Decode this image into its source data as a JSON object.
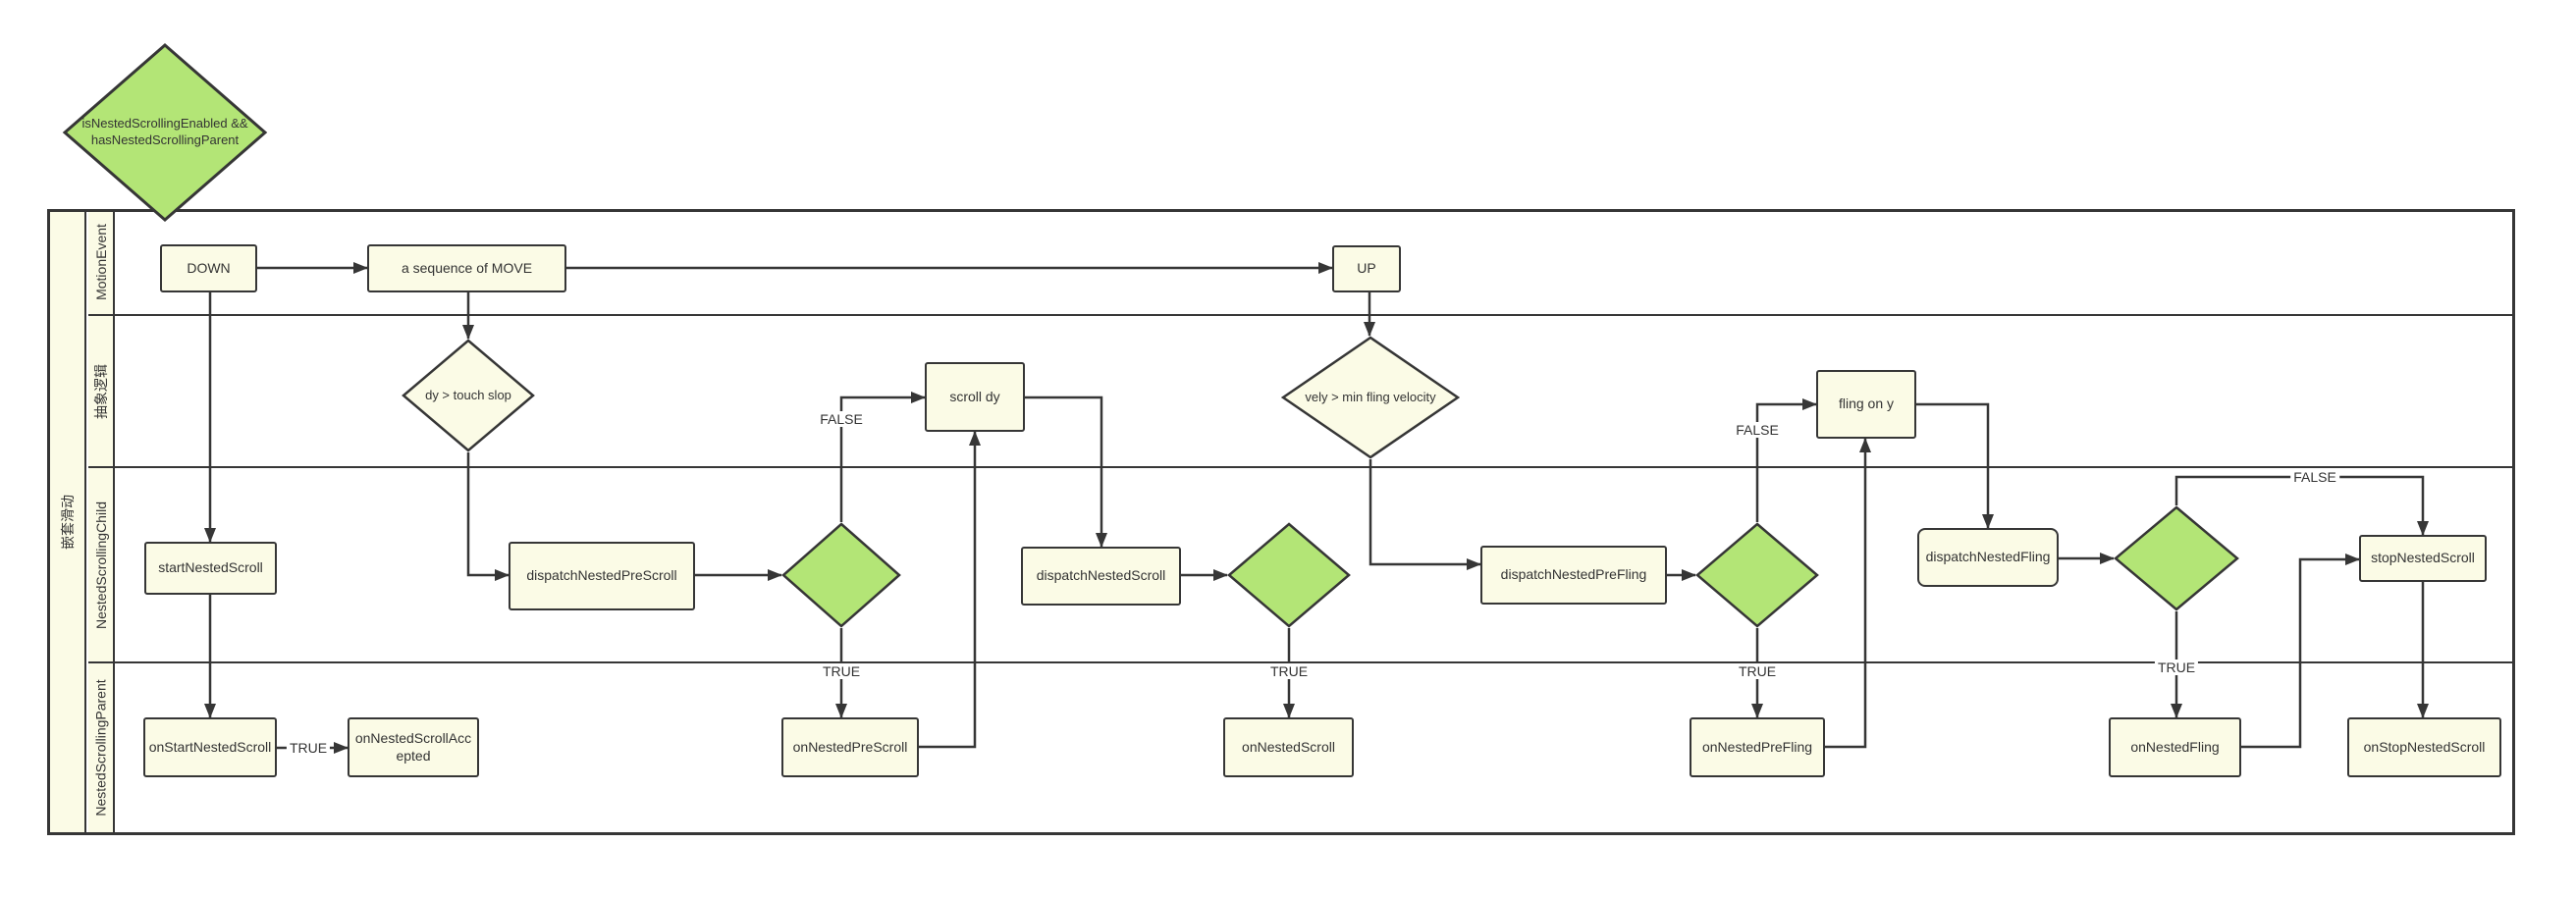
{
  "colors": {
    "node_fill": "#fbfbe6",
    "decision_green": "#b3e576",
    "line": "#363636",
    "background": "#ffffff"
  },
  "entry_condition": {
    "line1": "isNestedScrollingEnabled &&",
    "line2": "hasNestedScrollingParent"
  },
  "outer_lane_label": "嵌套滑动",
  "lanes": {
    "motion_event": "MotionEvent",
    "abstract_logic": "抽象逻辑",
    "child": "NestedScrollingChild",
    "parent": "NestedScrollingParent"
  },
  "nodes": {
    "down": "DOWN",
    "move": "a sequence of MOVE",
    "up": "UP",
    "dy_check": "dy > touch slop",
    "vely_check": "vely > min fling velocity",
    "scroll_dy": "scroll dy",
    "fling_on_y": "fling on y",
    "start_nested_scroll": "startNestedScroll",
    "dispatch_nested_pre_scroll": "dispatchNestedPreScroll",
    "dispatch_nested_scroll": "dispatchNestedScroll",
    "dispatch_nested_pre_fling": "dispatchNestedPreFling",
    "dispatch_nested_fling": "dispatchNestedFling",
    "stop_nested_scroll": "stopNestedScroll",
    "on_start_nested_scroll": "onStartNestedScroll",
    "on_nested_scroll_accepted": "onNestedScrollAccepted",
    "on_nested_pre_scroll": "onNestedPreScroll",
    "on_nested_scroll": "onNestedScroll",
    "on_nested_pre_fling": "onNestedPreFling",
    "on_nested_fling": "onNestedFling",
    "on_stop_nested_scroll": "onStopNestedScroll"
  },
  "edge_labels": {
    "true": "TRUE",
    "false": "FALSE"
  }
}
